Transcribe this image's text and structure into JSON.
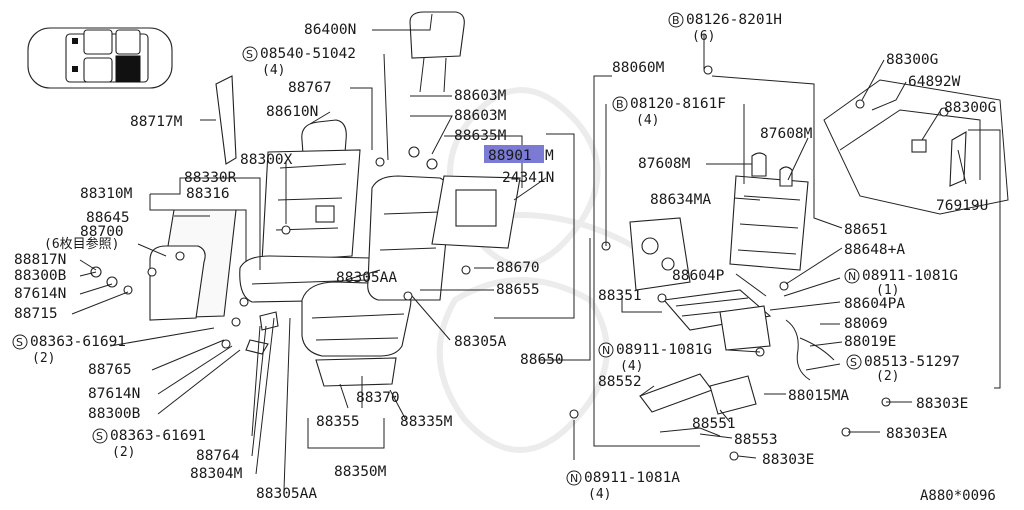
{
  "diagram": {
    "reference_code": "A880*0096",
    "highlight_color": "#7b7bd6",
    "labels": {
      "p86400N": "86400N",
      "s08540": "08540-51042",
      "s08540_qty": "(4)",
      "p88767": "88767",
      "p88603M_a": "88603M",
      "p88603M_b": "88603M",
      "p88717M": "88717M",
      "p88610N": "88610N",
      "p88635M": "88635M",
      "p88901M_hl": "88901",
      "p88901M_suffix": "M",
      "p88300X": "88300X",
      "p88330R": "88330R",
      "p88310M": "88310M",
      "p88316": "88316",
      "p24341N": "24341N",
      "p88645": "88645",
      "p88700": "88700",
      "p88700_note": "(6枚目参照)",
      "p88817N": "88817N",
      "p88300B_a": "88300B",
      "p87614N_a": "87614N",
      "p88715": "88715",
      "s08363_a": "08363-61691",
      "s08363_a_qty": "(2)",
      "p88765": "88765",
      "p87614N_b": "87614N",
      "p88300B_b": "88300B",
      "s08363_b": "08363-61691",
      "s08363_b_qty": "(2)",
      "p88764": "88764",
      "p88304M": "88304M",
      "p88305AA_a": "88305AA",
      "p88305AA_b": "88305AA",
      "p88670": "88670",
      "p88655": "88655",
      "p88305A": "88305A",
      "p88650": "88650",
      "p88370": "88370",
      "p88355": "88355",
      "p88335M": "88335M",
      "p88350M": "88350M",
      "b08126": "08126-8201H",
      "b08126_qty": "(6)",
      "p88060M": "88060M",
      "b08120": "08120-8161F",
      "b08120_qty": "(4)",
      "p87608M_a": "87608M",
      "p87608M_b": "87608M",
      "p88634MA": "88634MA",
      "p88651": "88651",
      "p88648A": "88648+A",
      "p88604P": "88604P",
      "n08911_a": "08911-1081G",
      "n08911_a_qty": "(1)",
      "p88351": "88351",
      "p88604PA": "88604PA",
      "p88069": "88069",
      "n08911_b": "08911-1081G",
      "n08911_b_qty": "(4)",
      "p88019E": "88019E",
      "s08513": "08513-51297",
      "s08513_qty": "(2)",
      "p88552": "88552",
      "p88015MA": "88015MA",
      "p88551": "88551",
      "p88553": "88553",
      "p88303E_a": "88303E",
      "p88303EA": "88303EA",
      "p88303E_b": "88303E",
      "n08911_c": "08911-1081A",
      "n08911_c_qty": "(4)",
      "p88300G_a": "88300G",
      "p64892W": "64892W",
      "p88300G_b": "88300G",
      "p76919U": "76919U"
    },
    "circle_marks": {
      "s": "S",
      "b": "B",
      "n": "N"
    }
  }
}
